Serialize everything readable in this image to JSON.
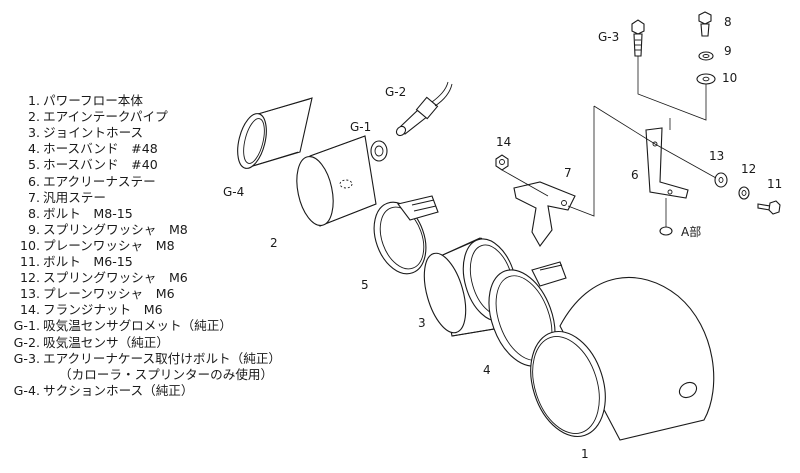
{
  "parts_list": [
    {
      "num": "1.",
      "name": "パワーフロー本体"
    },
    {
      "num": "2.",
      "name": "エアインテークパイプ"
    },
    {
      "num": "3.",
      "name": "ジョイントホース"
    },
    {
      "num": "4.",
      "name": "ホースバンド　#48"
    },
    {
      "num": "5.",
      "name": "ホースバンド　#40"
    },
    {
      "num": "6.",
      "name": "エアクリーナステー"
    },
    {
      "num": "7.",
      "name": "汎用ステー"
    },
    {
      "num": "8.",
      "name": "ボルト　M8-15"
    },
    {
      "num": "9.",
      "name": "スプリングワッシャ　M8"
    },
    {
      "num": "10.",
      "name": "プレーンワッシャ　M8"
    },
    {
      "num": "11.",
      "name": "ボルト　M6-15"
    },
    {
      "num": "12.",
      "name": "スプリングワッシャ　M6"
    },
    {
      "num": "13.",
      "name": "プレーンワッシャ　M6"
    },
    {
      "num": "14.",
      "name": "フランジナット　M6"
    },
    {
      "num": "G-1.",
      "name": "吸気温センサグロメット（純正）"
    },
    {
      "num": "G-2.",
      "name": "吸気温センサ（純正）"
    },
    {
      "num": "G-3.",
      "name": "エアクリーナケース取付けボルト（純正）"
    },
    {
      "num": "",
      "name": "（カローラ・スプリンターのみ使用）"
    },
    {
      "num": "G-4.",
      "name": "サクションホース（純正）"
    }
  ],
  "callouts": {
    "c1": "1",
    "c2": "2",
    "c3": "3",
    "c4": "4",
    "c5": "5",
    "c6": "6",
    "c7": "7",
    "c8": "8",
    "c9": "9",
    "c10": "10",
    "c11": "11",
    "c12": "12",
    "c13": "13",
    "c14": "14",
    "g1": "G-1",
    "g2": "G-2",
    "g3": "G-3",
    "g4": "G-4",
    "a_part": "A部"
  }
}
